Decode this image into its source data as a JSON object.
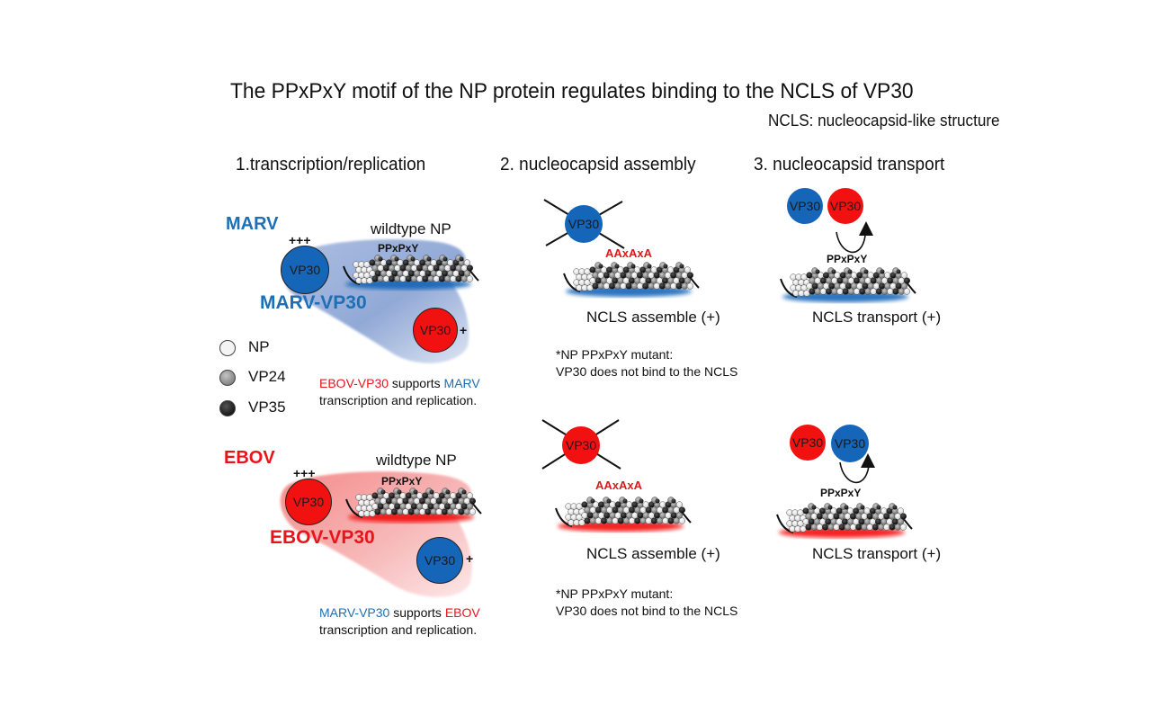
{
  "title": "The PPxPxY motif of the NP protein regulates binding to the NCLS of VP30",
  "subtitle": "NCLS: nucleocapsid-like structure",
  "sections": [
    {
      "label": "1.transcription/replication"
    },
    {
      "label": "2. nucleocapsid assembly"
    },
    {
      "label": "3. nucleocapsid transport"
    }
  ],
  "colors": {
    "marv": "#1565B8",
    "ebov": "#F21111",
    "marv_text": "#1F6FB5",
    "ebov_text": "#E8141B"
  },
  "legend": [
    {
      "label": "NP",
      "color": "#f2f2f2"
    },
    {
      "label": "VP24",
      "color": "#8a8a8a"
    },
    {
      "label": "VP35",
      "color": "#111111"
    }
  ],
  "marv_panel": {
    "virus": "MARV",
    "np_label": "wildtype NP",
    "motif": "PPxPxY",
    "vp30_primary": "VP30",
    "primary_level": "+++",
    "complex_label": "MARV-VP30",
    "vp30_secondary": "VP30",
    "secondary_level": "+",
    "support_note": {
      "part1": "EBOV-VP30",
      "part2": " supports ",
      "part3": "MARV",
      "line2": "transcription and replication."
    }
  },
  "ebov_panel": {
    "virus": "EBOV",
    "np_label": "wildtype NP",
    "motif": "PPxPxY",
    "vp30_primary": "VP30",
    "primary_level": "+++",
    "complex_label": "EBOV-VP30",
    "vp30_secondary": "VP30",
    "secondary_level": "+",
    "support_note": {
      "part1": "MARV-VP30",
      "part2": " supports ",
      "part3": "EBOV",
      "line2": "transcription and replication."
    }
  },
  "assembly": [
    {
      "vp30": "VP30",
      "motif": "AAxAxA",
      "result": "NCLS assemble (+)",
      "note_line1": "*NP PPxPxY mutant:",
      "note_line2": "VP30 does not bind to the NCLS"
    },
    {
      "vp30": "VP30",
      "motif": "AAxAxA",
      "result": "NCLS assemble (+)",
      "note_line1": "*NP PPxPxY mutant:",
      "note_line2": "VP30 does not bind to the NCLS"
    }
  ],
  "transport": [
    {
      "vp30_a": "VP30",
      "vp30_b": "VP30",
      "motif": "PPxPxY",
      "result": "NCLS transport (+)"
    },
    {
      "vp30_a": "VP30",
      "vp30_b": "VP30",
      "motif": "PPxPxY",
      "result": "NCLS transport (+)"
    }
  ]
}
